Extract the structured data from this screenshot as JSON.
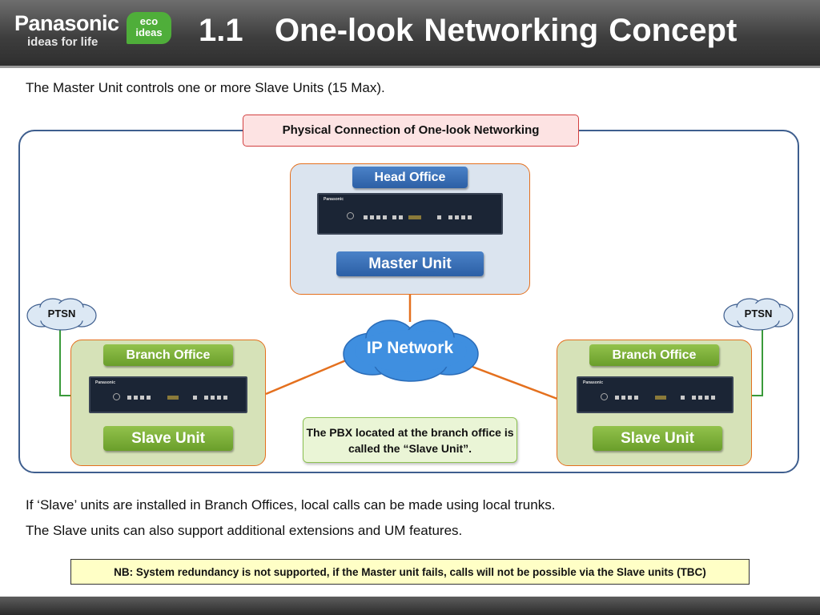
{
  "header": {
    "brand": "Panasonic",
    "tagline": "ideas for life",
    "eco_line1": "eco",
    "eco_line2": "ideas",
    "title": "1.1   One-look Networking Concept"
  },
  "intro": "The Master Unit controls one or more Slave Units (15 Max).",
  "diagram": {
    "heading": "Physical Connection of One-look Networking",
    "head_office": "Head Office",
    "master_unit": "Master Unit",
    "ip_network": "IP Network",
    "ptsn_left": "PTSN",
    "ptsn_right": "PTSN",
    "branch_left": "Branch Office",
    "branch_right": "Branch Office",
    "slave_left": "Slave Unit",
    "slave_right": "Slave Unit",
    "pbx_brand": "Panasonic",
    "note": "The PBX located at the branch office is called the “Slave Unit”.",
    "colors": {
      "frame": "#3e5e8e",
      "link_orange": "#e4701e",
      "link_green": "#3a9a3a",
      "cloud": "#3f8fe0"
    }
  },
  "body": {
    "line1": "If ‘Slave’ units are installed in Branch Offices, local calls can be made using local trunks.",
    "line2": "The Slave units can also support additional extensions and UM features."
  },
  "nb": "NB: System redundancy is not supported, if the Master unit fails, calls will not be possible via the Slave units (TBC)"
}
